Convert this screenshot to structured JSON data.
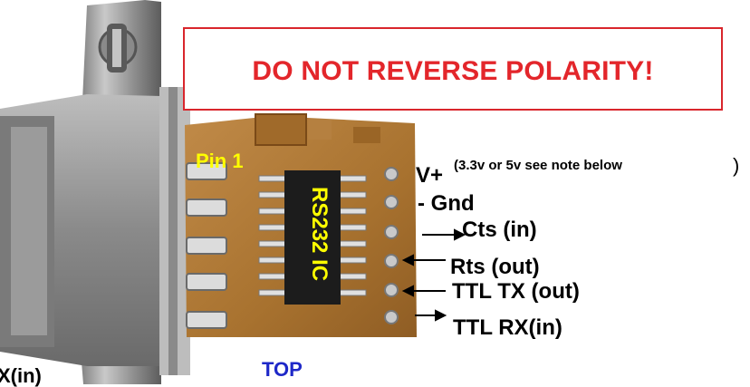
{
  "warning": {
    "text": "DO NOT REVERSE POLARITY!"
  },
  "labels": {
    "v_plus": "V+",
    "v_note": "(3.3v or 5v  see note below",
    "v_paren": ")",
    "gnd": "- Gnd",
    "cts": "Cts (in)",
    "rts": "Rts (out)",
    "ttl_tx": "TTL TX (out)",
    "ttl_rx": "TTL RX(in)",
    "top": "TOP",
    "x_in": "X(in)",
    "pin1": "Pin 1",
    "ic": "RS232 IC"
  },
  "colors": {
    "warning": "#e3262b",
    "ic_label": "#ffff00",
    "top_label": "#1e28c8",
    "pcb": "#b07a3c",
    "connector_metal": "#9a9a9a"
  }
}
